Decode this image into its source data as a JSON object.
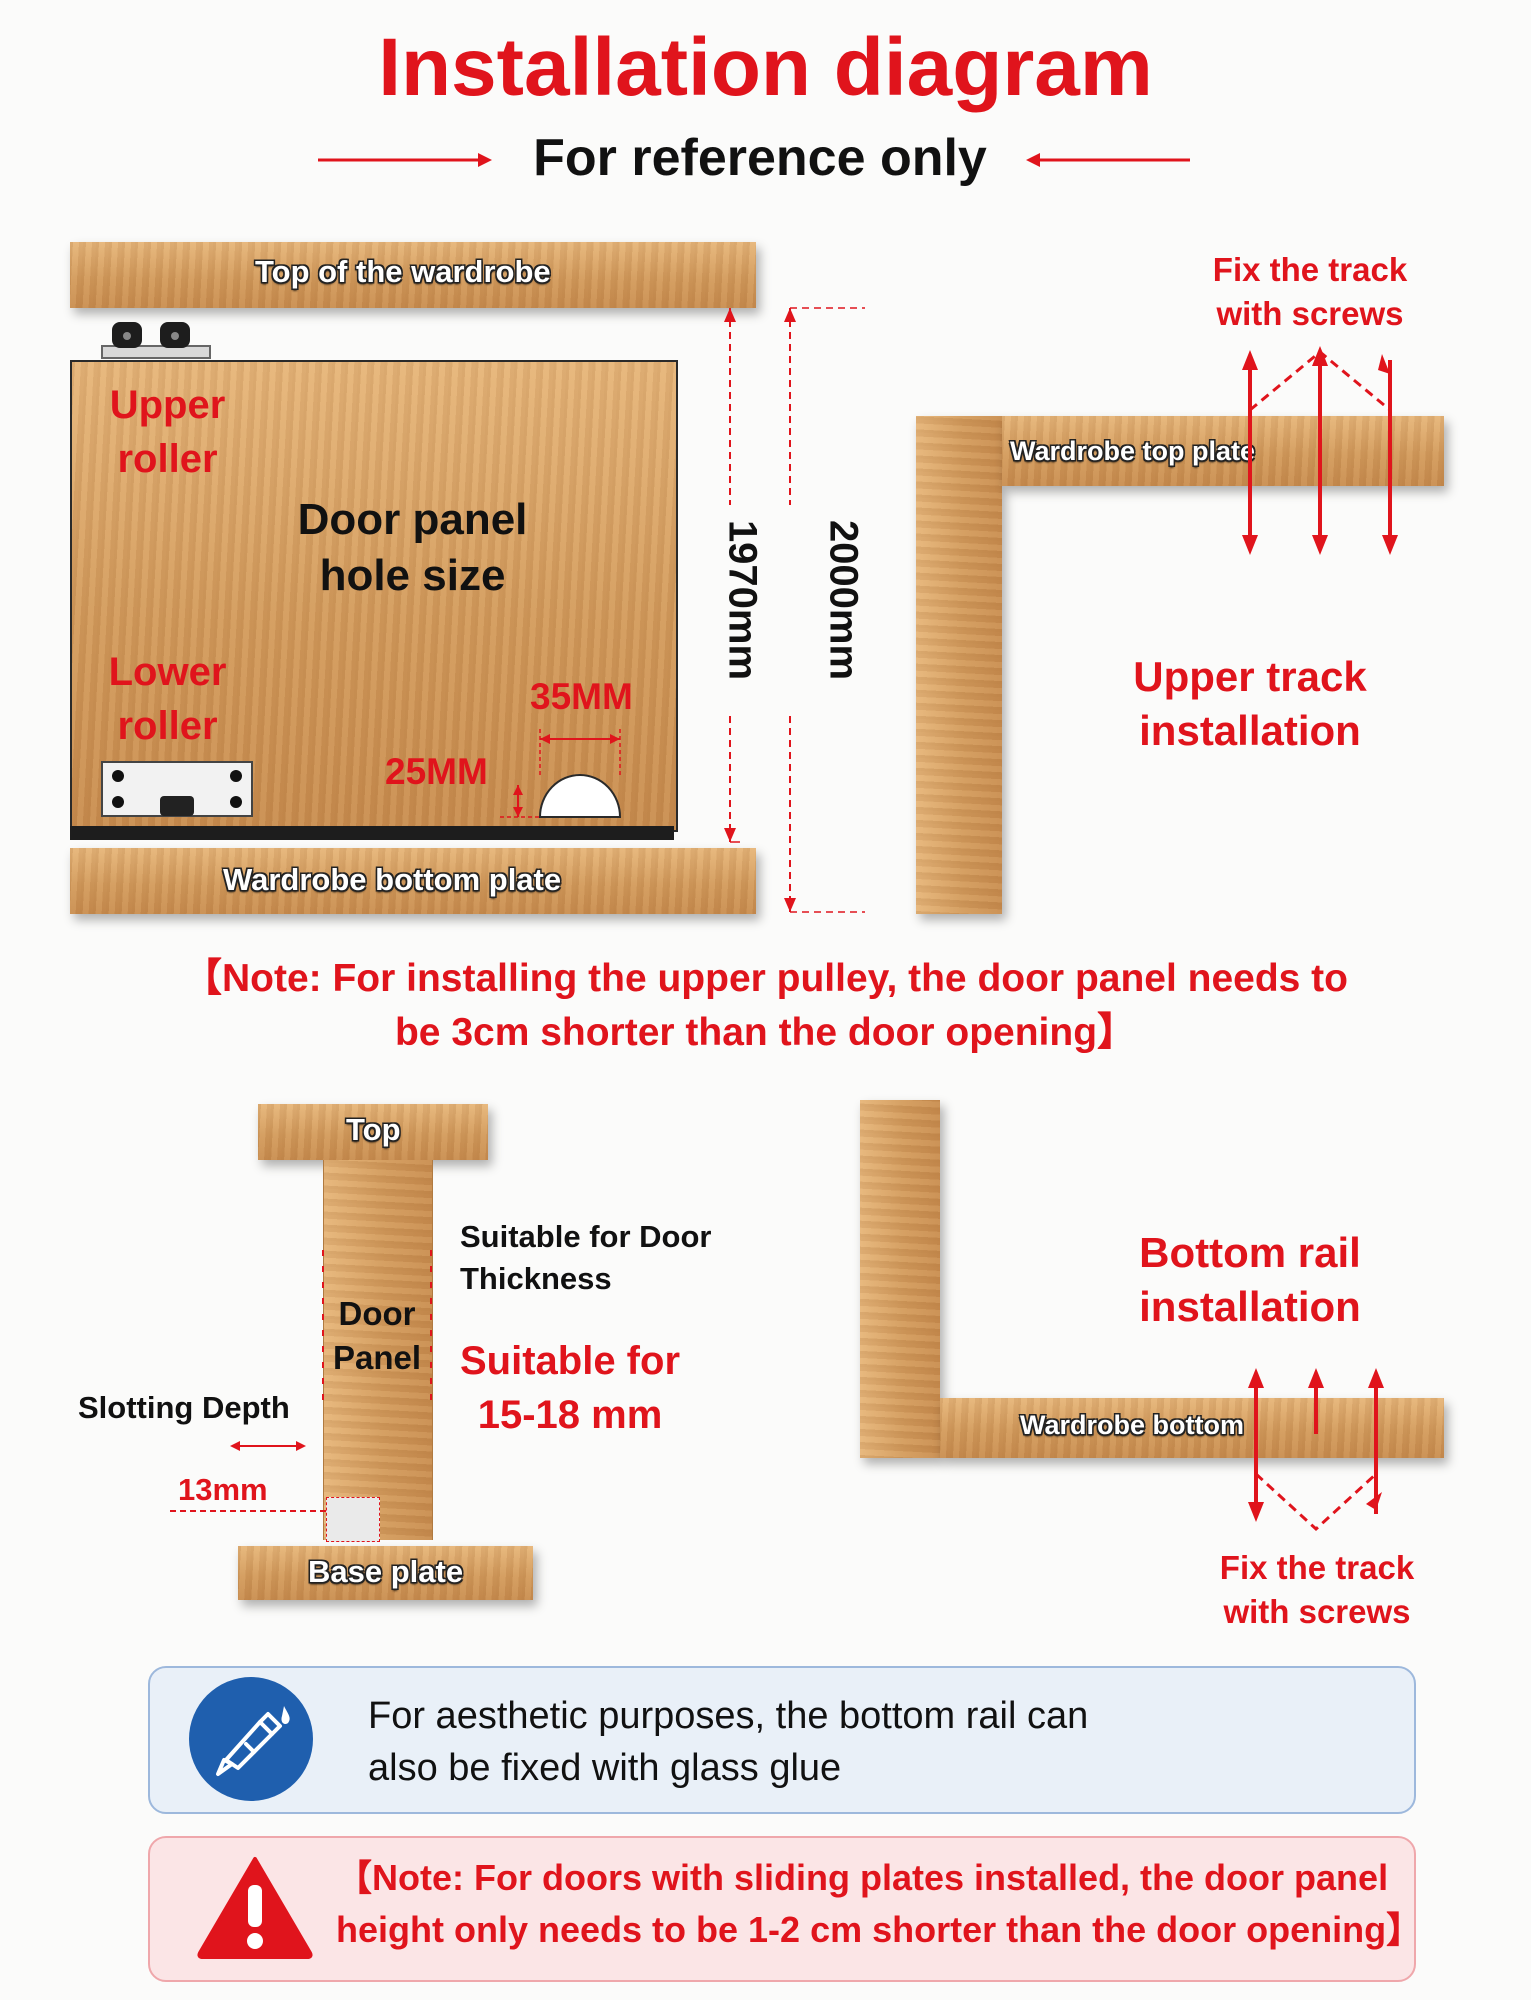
{
  "header": {
    "title": "Installation diagram",
    "subtitle": "For reference only"
  },
  "door_diagram": {
    "top_label": "Top of the wardrobe",
    "upper_roller": [
      "Upper",
      "roller"
    ],
    "panel_text": [
      "Door panel",
      "hole size"
    ],
    "lower_roller": [
      "Lower",
      "roller"
    ],
    "hole_width": "35MM",
    "hole_height": "25MM",
    "bottom_label": "Wardrobe bottom plate",
    "dim_inner": "1970mm",
    "dim_outer": "2000mm"
  },
  "upper_track": {
    "screws_label": [
      "Fix the track",
      "with screws"
    ],
    "plate_label": "Wardrobe top plate",
    "title": [
      "Upper track",
      "installation"
    ]
  },
  "note1": [
    "【Note: For installing the upper pulley, the door panel needs to",
    "be 3cm shorter than the door opening】"
  ],
  "thickness_diagram": {
    "top_label": "Top",
    "panel_text": [
      "Door",
      "Panel"
    ],
    "slotting_label": "Slotting Depth",
    "slot_depth": "13mm",
    "base_label": "Base plate",
    "thickness_label": [
      "Suitable for Door",
      "Thickness"
    ],
    "range_label": [
      "Suitable for",
      "15-18 mm"
    ]
  },
  "bottom_rail": {
    "title": [
      "Bottom rail",
      "installation"
    ],
    "plate_label": "Wardrobe bottom",
    "screws_label": [
      "Fix the track",
      "with screws"
    ]
  },
  "tip_box": {
    "icon": "glue-pen-icon",
    "text": [
      "For aesthetic purposes, the bottom rail can",
      "also be fixed with glass glue"
    ]
  },
  "warning_box": {
    "icon": "warning-icon",
    "text": [
      "【Note: For doors with sliding plates installed, the door panel",
      "height only needs to be 1-2 cm shorter than the door opening】"
    ]
  },
  "colors": {
    "accent_red": "#e0141c",
    "tip_blue": "#1f5fae",
    "tip_bg": "#e9f0f8",
    "warn_bg": "#fbe5e6"
  }
}
